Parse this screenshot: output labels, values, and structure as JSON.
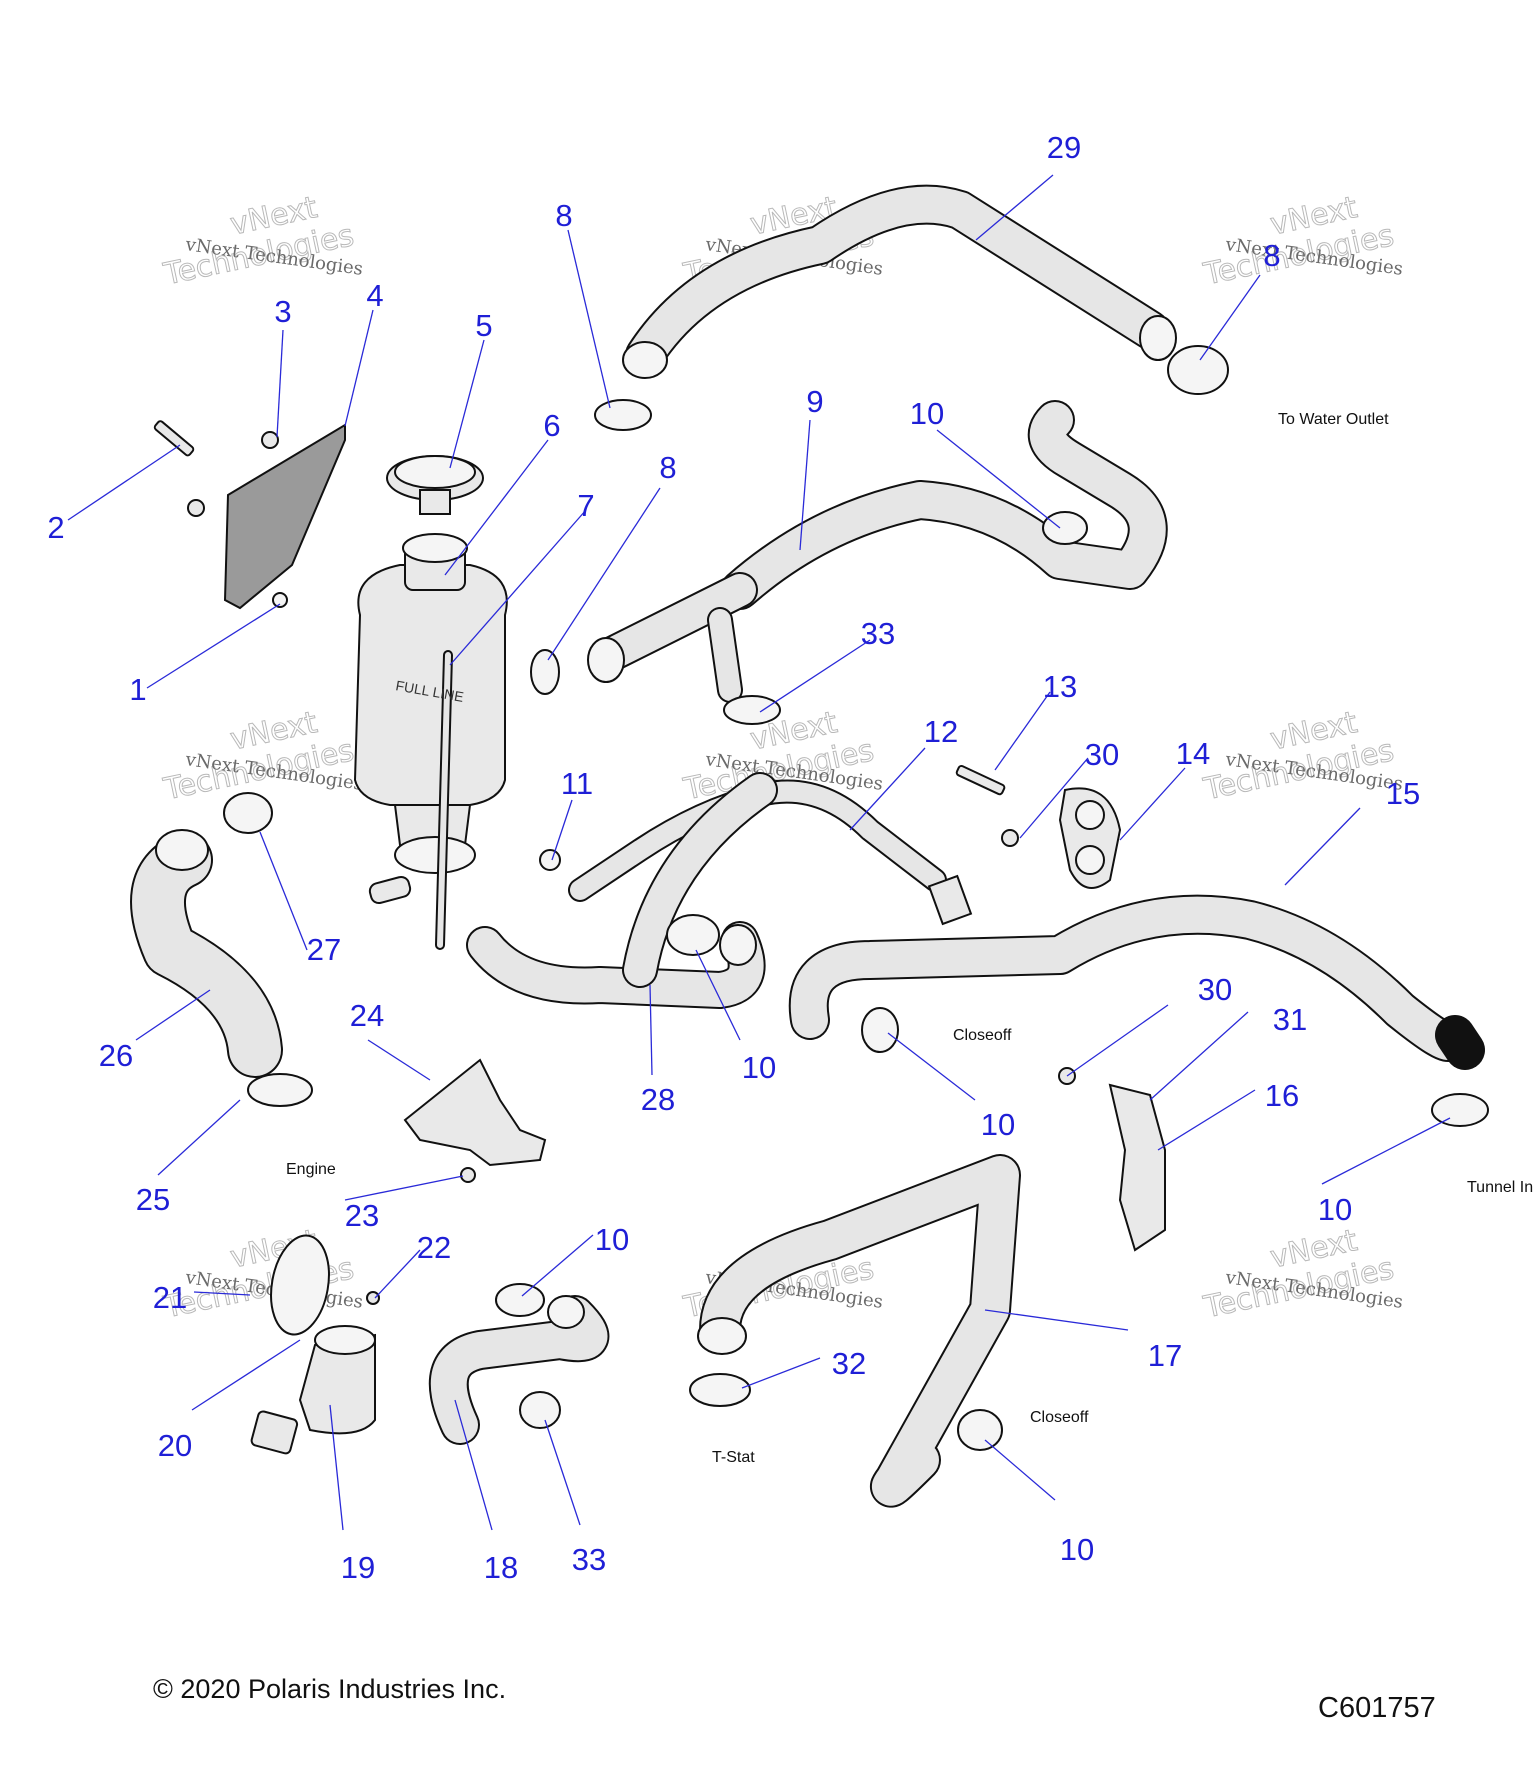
{
  "callouts": [
    {
      "id": "c1",
      "text": "1"
    },
    {
      "id": "c2",
      "text": "2"
    },
    {
      "id": "c3",
      "text": "3"
    },
    {
      "id": "c4",
      "text": "4"
    },
    {
      "id": "c5",
      "text": "5"
    },
    {
      "id": "c6",
      "text": "6"
    },
    {
      "id": "c7",
      "text": "7"
    },
    {
      "id": "c8a",
      "text": "8"
    },
    {
      "id": "c8b",
      "text": "8"
    },
    {
      "id": "c8c",
      "text": "8"
    },
    {
      "id": "c9",
      "text": "9"
    },
    {
      "id": "c10a",
      "text": "10"
    },
    {
      "id": "c10b",
      "text": "10"
    },
    {
      "id": "c10c",
      "text": "10"
    },
    {
      "id": "c10d",
      "text": "10"
    },
    {
      "id": "c10e",
      "text": "10"
    },
    {
      "id": "c10f",
      "text": "10"
    },
    {
      "id": "c11",
      "text": "11"
    },
    {
      "id": "c12",
      "text": "12"
    },
    {
      "id": "c13",
      "text": "13"
    },
    {
      "id": "c14",
      "text": "14"
    },
    {
      "id": "c15",
      "text": "15"
    },
    {
      "id": "c16",
      "text": "16"
    },
    {
      "id": "c17",
      "text": "17"
    },
    {
      "id": "c18",
      "text": "18"
    },
    {
      "id": "c19",
      "text": "19"
    },
    {
      "id": "c20",
      "text": "20"
    },
    {
      "id": "c21",
      "text": "21"
    },
    {
      "id": "c22",
      "text": "22"
    },
    {
      "id": "c23",
      "text": "23"
    },
    {
      "id": "c24",
      "text": "24"
    },
    {
      "id": "c25",
      "text": "25"
    },
    {
      "id": "c26",
      "text": "26"
    },
    {
      "id": "c27",
      "text": "27"
    },
    {
      "id": "c28",
      "text": "28"
    },
    {
      "id": "c29",
      "text": "29"
    },
    {
      "id": "c30a",
      "text": "30"
    },
    {
      "id": "c30b",
      "text": "30"
    },
    {
      "id": "c31",
      "text": "31"
    },
    {
      "id": "c32",
      "text": "32"
    },
    {
      "id": "c33a",
      "text": "33"
    },
    {
      "id": "c33b",
      "text": "33"
    }
  ],
  "notes": {
    "water_outlet": "To Water Outlet",
    "closeoff_1": "Closeoff",
    "closeoff_2": "Closeoff",
    "engine": "Engine",
    "tunnel_in": "Tunnel In",
    "tstat": "T-Stat"
  },
  "watermark": {
    "line1": "vNext Technologies",
    "line2": "vNext",
    "line3": "Technologies"
  },
  "tank_label": "FULL LINE",
  "footer": {
    "copyright": "© 2020 Polaris Industries Inc.",
    "code": "C601757"
  },
  "colors": {
    "callout": "#1f1fd6",
    "part_fill": "#e9e9e9",
    "outline": "#111111"
  }
}
